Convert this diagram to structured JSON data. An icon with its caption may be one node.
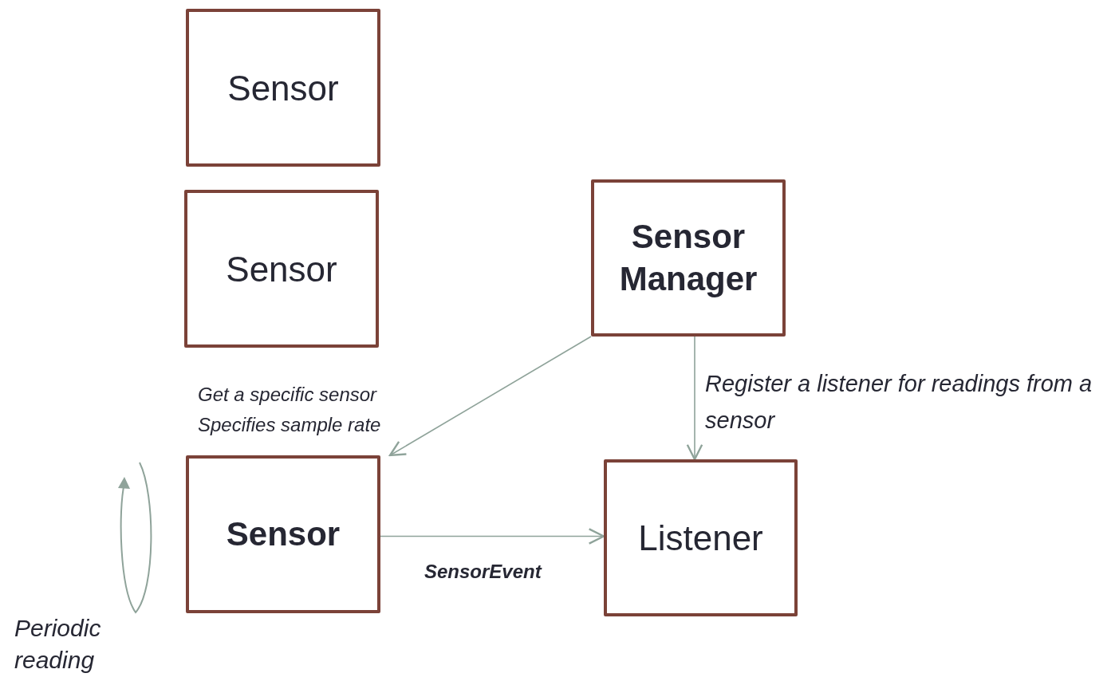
{
  "diagram": {
    "nodes": [
      {
        "text": [
          "Sensor"
        ]
      },
      {
        "text": [
          "Sensor"
        ]
      },
      {
        "text": [
          "Sensor Manager"
        ]
      },
      {
        "text": [
          "Sensor"
        ]
      },
      {
        "text": [
          "Listener"
        ]
      }
    ],
    "edges": [
      {
        "from": 2,
        "to": 3,
        "arrow": "to",
        "label": "Get a specific sensor Specifies sample rate"
      },
      {
        "from": 2,
        "to": 4,
        "arrow": "to",
        "label": "Register a listener for readings from a sensor"
      },
      {
        "from": 3,
        "to": 4,
        "arrow": "to",
        "label": "SensorEvent"
      }
    ],
    "labels": [
      "Periodic reading"
    ]
  }
}
